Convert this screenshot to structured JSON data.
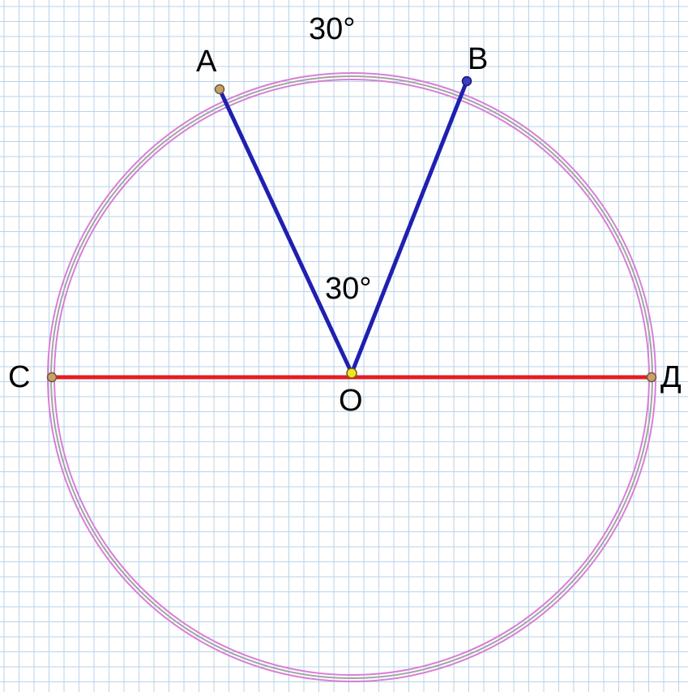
{
  "colors": {
    "grid": "#b9d3ea",
    "circle": "#d77fd6",
    "circle_inner": "#a4a4a4",
    "diameter": "#e31e24",
    "radius": "#1f20b0",
    "point_a": "#c9a06a",
    "point_b": "#3b3bc4",
    "point_o": "#f2e325",
    "point_cd": "#c9a06a"
  },
  "labels": {
    "point_a": "A",
    "point_b": "B",
    "point_c": "C",
    "point_d": "Д",
    "point_o": "O",
    "arc_angle": "30°",
    "central_angle": "30°"
  }
}
